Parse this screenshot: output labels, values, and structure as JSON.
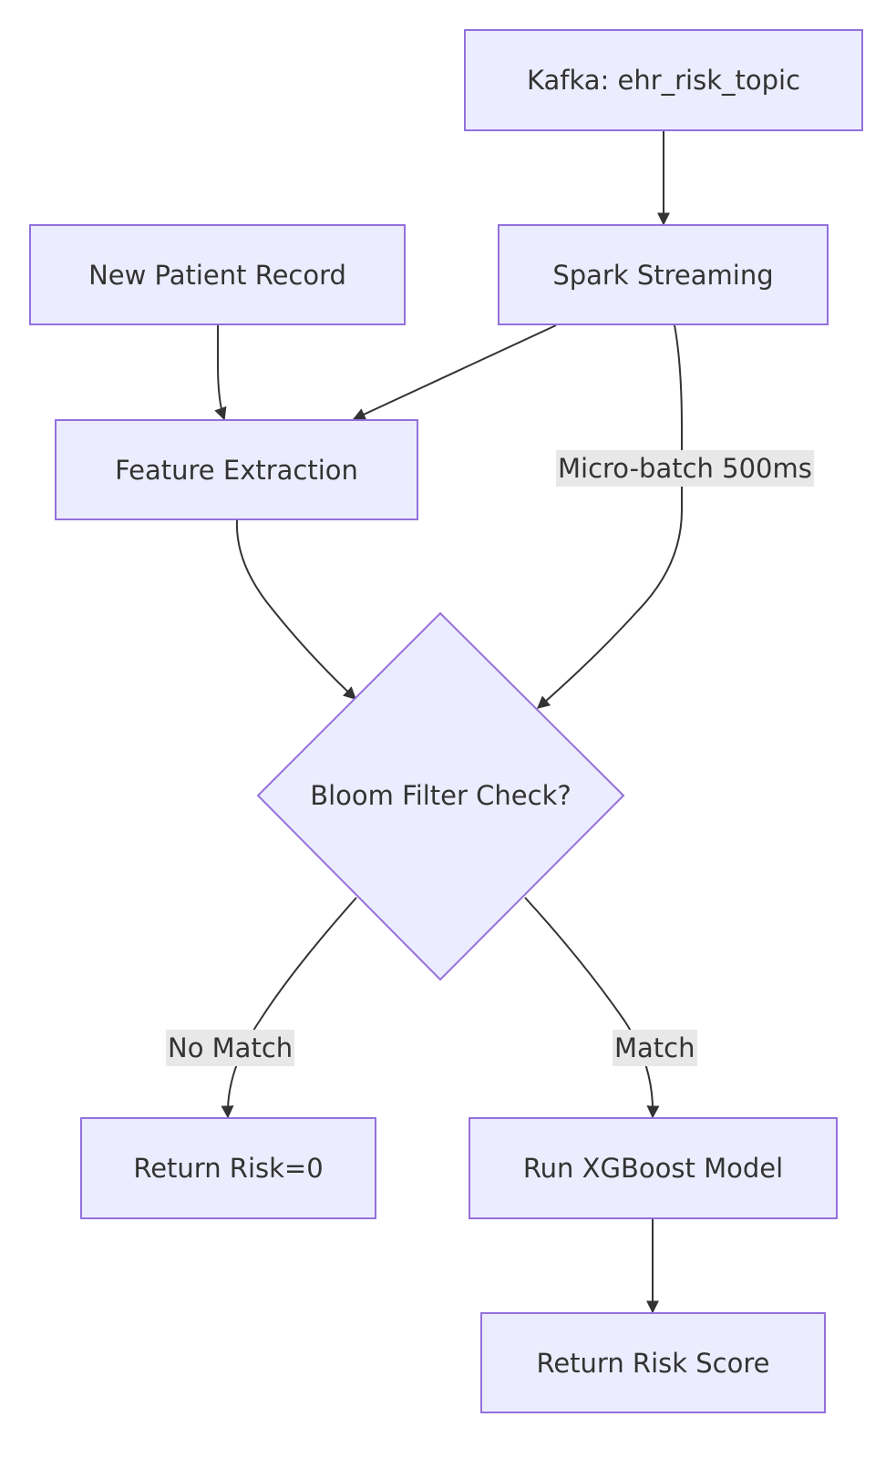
{
  "nodes": {
    "kafka": "Kafka: ehr_risk_topic",
    "spark": "Spark Streaming",
    "new_patient": "New Patient Record",
    "feature_extraction": "Feature Extraction",
    "bloom_filter": "Bloom Filter Check?",
    "return_risk_zero": "Return Risk=0",
    "run_xgboost": "Run XGBoost Model",
    "return_risk_score": "Return Risk Score"
  },
  "edge_labels": {
    "micro_batch": "Micro-batch 500ms",
    "no_match": "No Match",
    "match": "Match"
  },
  "colors": {
    "node_fill": "#ececff",
    "node_stroke": "#9370db",
    "edge": "#333333",
    "label_bg": "#e8e8e8"
  }
}
